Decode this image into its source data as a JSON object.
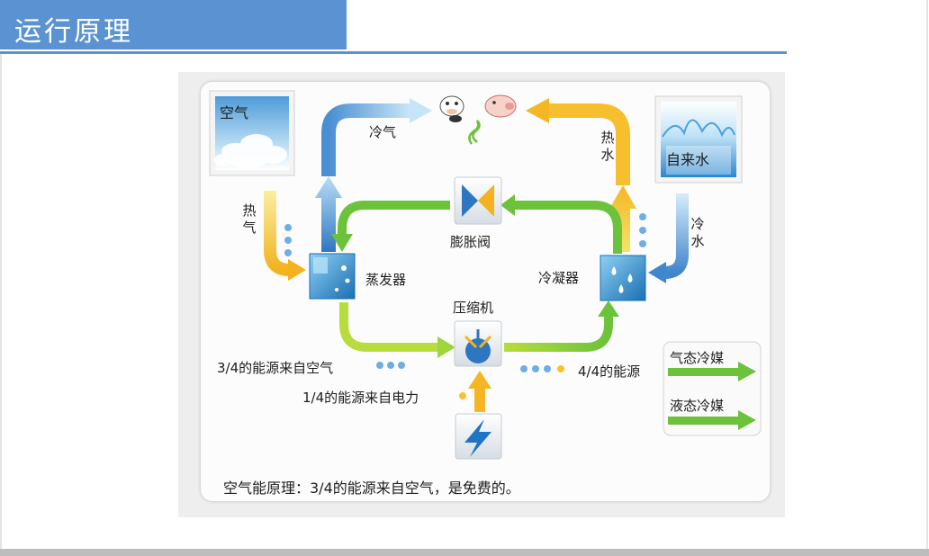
{
  "header": {
    "title": "运行原理"
  },
  "diagram": {
    "air_box_label": "空气",
    "tap_water_box_label": "自来水",
    "cold_air": "冷气",
    "hot_water": "热水",
    "hot_air": "热气",
    "cold_water": "冷水",
    "expansion_valve": "膨胀阀",
    "evaporator": "蒸发器",
    "condenser": "冷凝器",
    "compressor": "压缩机",
    "air_energy": "3/4的能源来自空气",
    "total_energy": "4/4的能源",
    "electric_energy": "1/4的能源来自电力",
    "caption": "空气能原理：3/4的能源来自空气，是免费的。",
    "legend": {
      "gas": "气态冷媒",
      "liquid": "液态冷媒"
    }
  },
  "colors": {
    "title_bar": "#5b93d2",
    "gas_refrigerant": "#6cc23a",
    "liquid_refrigerant": "#9fd43e",
    "hot_stream": "#f5c330",
    "cold_stream": "#6faee5"
  }
}
